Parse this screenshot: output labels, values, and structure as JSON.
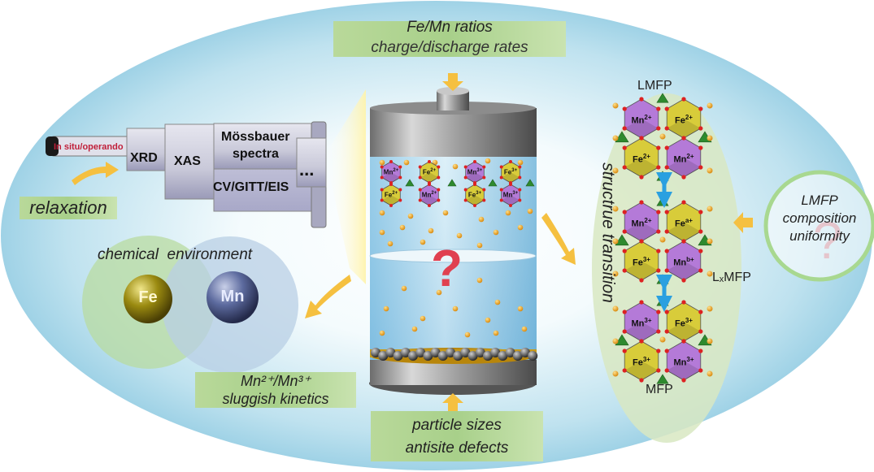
{
  "top_box": {
    "line1": "Fe/Mn ratios",
    "line2": "charge/discharge rates"
  },
  "bottom_box": {
    "line1": "particle sizes",
    "line2": "antisite defects"
  },
  "kinetics_box": {
    "line1": "Mn²⁺/Mn³⁺",
    "line2": "sluggish kinetics"
  },
  "relaxation_label": "relaxation",
  "chemical_environment": "chemical  environment",
  "fe_label": "Fe",
  "mn_label": "Mn",
  "structure_transition": "structrue transition",
  "uniformity": {
    "line1": "LMFP",
    "line2": "composition",
    "line3": "uniformity"
  },
  "phases": {
    "top": "LMFP",
    "middle": "LₓMFP",
    "bottom": "MFP"
  },
  "tools": {
    "in_situ": "In situ/operando",
    "xrd": "XRD",
    "xas": "XAS",
    "mossbauer_1": "Mössbauer",
    "mossbauer_2": "spectra",
    "cv": "CV/GITT/EIS",
    "more": "..."
  },
  "battery_question_mark": "?",
  "ions": {
    "lmfp": [
      {
        "el": "Mn",
        "ch": "2+"
      },
      {
        "el": "Fe",
        "ch": "2+"
      },
      {
        "el": "Fe",
        "ch": "2+"
      },
      {
        "el": "Mn",
        "ch": "2+"
      }
    ],
    "lxmfp": [
      {
        "el": "Mn",
        "ch": "2+"
      },
      {
        "el": "Fe",
        "ch": "a+"
      },
      {
        "el": "Fe",
        "ch": "3+"
      },
      {
        "el": "Mn",
        "ch": "b+"
      }
    ],
    "mfp": [
      {
        "el": "Mn",
        "ch": "3+"
      },
      {
        "el": "Fe",
        "ch": "3+"
      },
      {
        "el": "Fe",
        "ch": "3+"
      },
      {
        "el": "Mn",
        "ch": "3+"
      }
    ],
    "battery": [
      {
        "el": "Mn",
        "ch": "2+"
      },
      {
        "el": "Fe",
        "ch": "2+"
      },
      {
        "el": "Fe",
        "ch": "2+"
      },
      {
        "el": "Mn",
        "ch": "2+"
      },
      {
        "el": "Mn",
        "ch": "3+"
      },
      {
        "el": "Fe",
        "ch": "3+"
      },
      {
        "el": "Fe",
        "ch": "3+"
      },
      {
        "el": "Mn",
        "ch": "3+"
      }
    ]
  },
  "colors": {
    "mn_polyhedron": "#b47ad8",
    "fe_polyhedron": "#d8cc3a",
    "po4_tetrahedron": "#2e8a2e",
    "question_mark": "#e04050",
    "arrow": "#f5c040",
    "double_arrow": "#2aa0e0"
  }
}
